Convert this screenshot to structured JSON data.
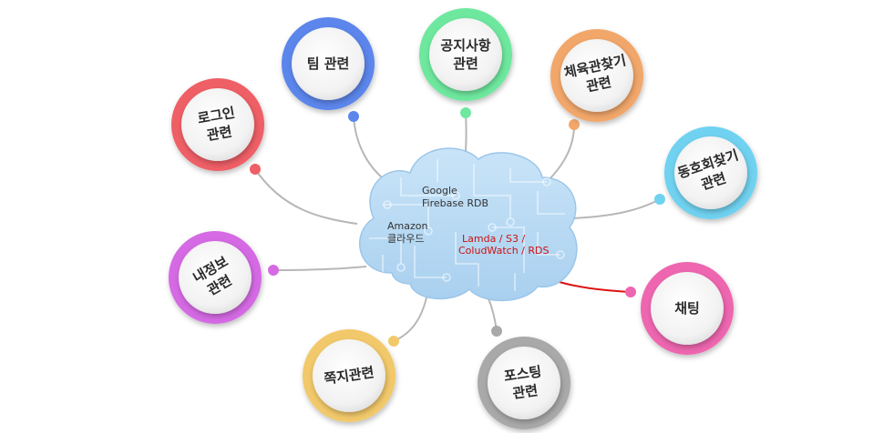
{
  "cloud": {
    "google_line1": "Google",
    "google_line2": "Firebase RDB",
    "amazon_line1": "Amazon",
    "amazon_line2": "클라우드",
    "aws_line1": "Lamda / S3 /",
    "aws_line2": "ColudWatch / RDS",
    "colors": {
      "fill": "#b5d7f2",
      "circuit": "#8fbde3",
      "highlight": "#cc1111"
    }
  },
  "nodes": [
    {
      "id": "login",
      "lines": [
        "로그인",
        "관련"
      ],
      "color": "#ef5f66"
    },
    {
      "id": "team",
      "lines": [
        "팀 관련"
      ],
      "color": "#5b86ec"
    },
    {
      "id": "notice",
      "lines": [
        "공지사항",
        "관련"
      ],
      "color": "#6ee89e"
    },
    {
      "id": "gym",
      "lines": [
        "체육관찾기",
        "관련"
      ],
      "color": "#f2a76a"
    },
    {
      "id": "club",
      "lines": [
        "동호회찾기",
        "관련"
      ],
      "color": "#6fd2f0"
    },
    {
      "id": "chat",
      "lines": [
        "채팅"
      ],
      "color": "#ee66b0"
    },
    {
      "id": "posting",
      "lines": [
        "포스팅",
        "관련"
      ],
      "color": "#a9a9a9"
    },
    {
      "id": "message",
      "lines": [
        "쪽지관련"
      ],
      "color": "#f2c96a"
    },
    {
      "id": "myinfo",
      "lines": [
        "내정보",
        "관련"
      ],
      "color": "#d56ae4"
    }
  ]
}
